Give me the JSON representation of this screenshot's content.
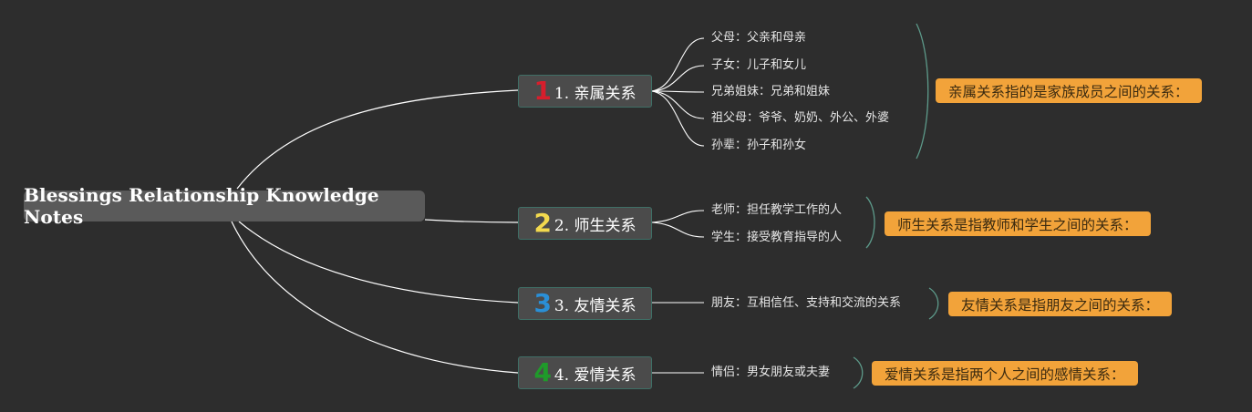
{
  "root": {
    "title": "Blessings Relationship Knowledge Notes"
  },
  "colors": {
    "background": "#2d2d2d",
    "root_fill": "#5a5a5a",
    "branch_fill": "#4b4b4b",
    "branch_border": "#3f6f66",
    "summary_fill": "#f2a33a",
    "line": "#ffffff",
    "bracket": "#5d9a8a",
    "num1": "#d81e2c",
    "num2": "#f2d94e",
    "num3": "#2a8fd6",
    "num4": "#1f9a2a"
  },
  "branches": [
    {
      "number": "1",
      "label": "1. 亲属关系",
      "leaves": [
        "父母：父亲和母亲",
        "子女：儿子和女儿",
        "兄弟姐妹：兄弟和姐妹",
        "祖父母：爷爷、奶奶、外公、外婆",
        "孙辈：孙子和孙女"
      ],
      "summary": "亲属关系指的是家族成员之间的关系："
    },
    {
      "number": "2",
      "label": "2. 师生关系",
      "leaves": [
        "老师：担任教学工作的人",
        "学生：接受教育指导的人"
      ],
      "summary": "师生关系是指教师和学生之间的关系："
    },
    {
      "number": "3",
      "label": "3. 友情关系",
      "leaves": [
        "朋友：互相信任、支持和交流的关系"
      ],
      "summary": "友情关系是指朋友之间的关系："
    },
    {
      "number": "4",
      "label": "4. 爱情关系",
      "leaves": [
        "情侣：男女朋友或夫妻"
      ],
      "summary": "爱情关系是指两个人之间的感情关系："
    }
  ]
}
